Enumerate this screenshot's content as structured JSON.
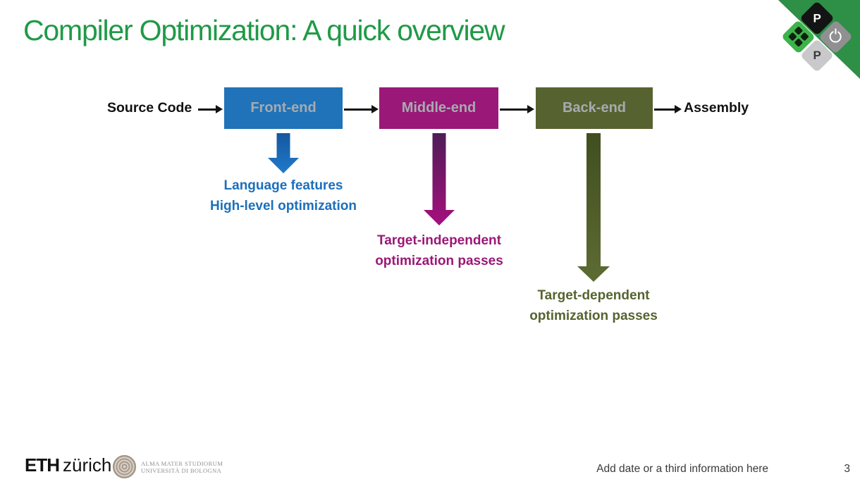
{
  "slide": {
    "title": "Compiler Optimization: A quick overview",
    "footer_note": "Add date or a third information here",
    "page_number": "3"
  },
  "diagram": {
    "input_label": "Source Code",
    "output_label": "Assembly",
    "stages": [
      {
        "label": "Front-end",
        "box_color": "#2073B9",
        "caption_color": "#1C6FBC",
        "caption_line1": "Language features",
        "caption_line2": "High-level optimization"
      },
      {
        "label": "Middle-end",
        "box_color": "#9A1877",
        "caption_color": "#9A1877",
        "caption_line1": "Target-independent",
        "caption_line2": "optimization passes"
      },
      {
        "label": "Back-end",
        "box_color": "#566330",
        "caption_color": "#56632F",
        "caption_line1": "Target-dependent",
        "caption_line2": "optimization passes"
      }
    ]
  },
  "branding": {
    "eth": {
      "bold": "ETH",
      "light": "zürich"
    },
    "unibo": {
      "line1": "ALMA MATER STUDIORUM",
      "line2": "UNIVERSITÀ DI BOLOGNA"
    },
    "pulp": {
      "letter_top": "P",
      "letter_bottom": "P"
    }
  },
  "colors": {
    "title_green": "#1F9A47",
    "corner_green": "#2E8F47",
    "pulp_green": "#3CB44A",
    "box_label_gray": "#A6ABB1"
  }
}
